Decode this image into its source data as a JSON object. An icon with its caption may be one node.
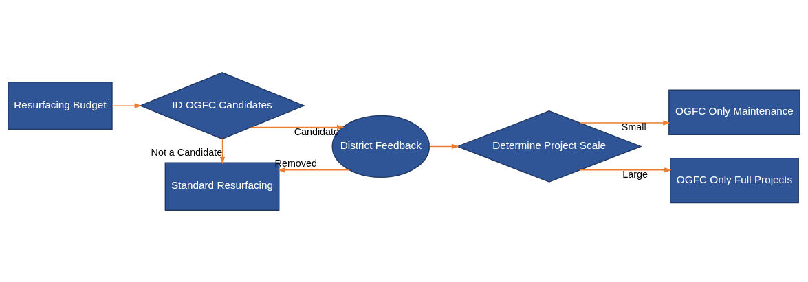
{
  "diagram": {
    "nodes": [
      {
        "text": [
          "Resurfacing Budget"
        ]
      },
      {
        "text": [
          "ID OGFC Candidates"
        ]
      },
      {
        "text": [
          "Standard Resurfacing"
        ]
      },
      {
        "text": [
          "District Feedback"
        ]
      },
      {
        "text": [
          "Determine Project Scale"
        ]
      },
      {
        "text": [
          "OGFC Only Maintenance"
        ]
      },
      {
        "text": [
          "OGFC Only Full Projects"
        ]
      }
    ],
    "edges": [
      {
        "from": 0,
        "to": 1,
        "arrow": "to"
      },
      {
        "from": 1,
        "to": 2,
        "arrow": "to",
        "label": "Not a Candidate"
      },
      {
        "from": 1,
        "to": 3,
        "arrow": "to",
        "label": "Candidate"
      },
      {
        "from": 3,
        "to": 2,
        "arrow": "to",
        "label": "Removed"
      },
      {
        "from": 3,
        "to": 4,
        "arrow": "to"
      },
      {
        "from": 4,
        "to": 5,
        "arrow": "to",
        "label": "Small"
      },
      {
        "from": 4,
        "to": 6,
        "arrow": "to",
        "label": "Large"
      }
    ]
  }
}
